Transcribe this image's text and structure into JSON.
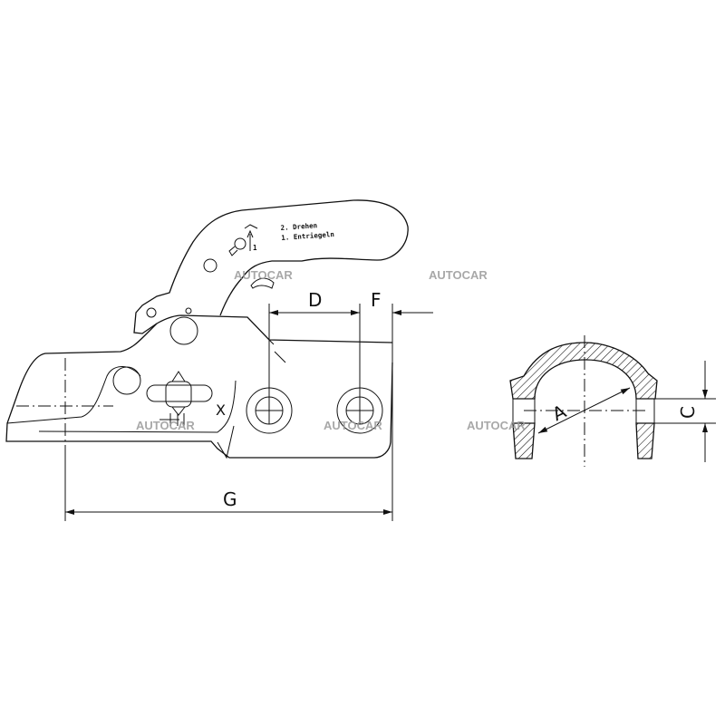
{
  "drawing": {
    "handle_text": [
      "2. Drehen",
      "1. Entriegeln"
    ],
    "handle_arrow_label": "1",
    "pin_label": "X",
    "dimensions": {
      "d": "D",
      "f": "F",
      "g": "G",
      "a": "A",
      "c": "C"
    },
    "watermark": "AUTOCAR"
  }
}
